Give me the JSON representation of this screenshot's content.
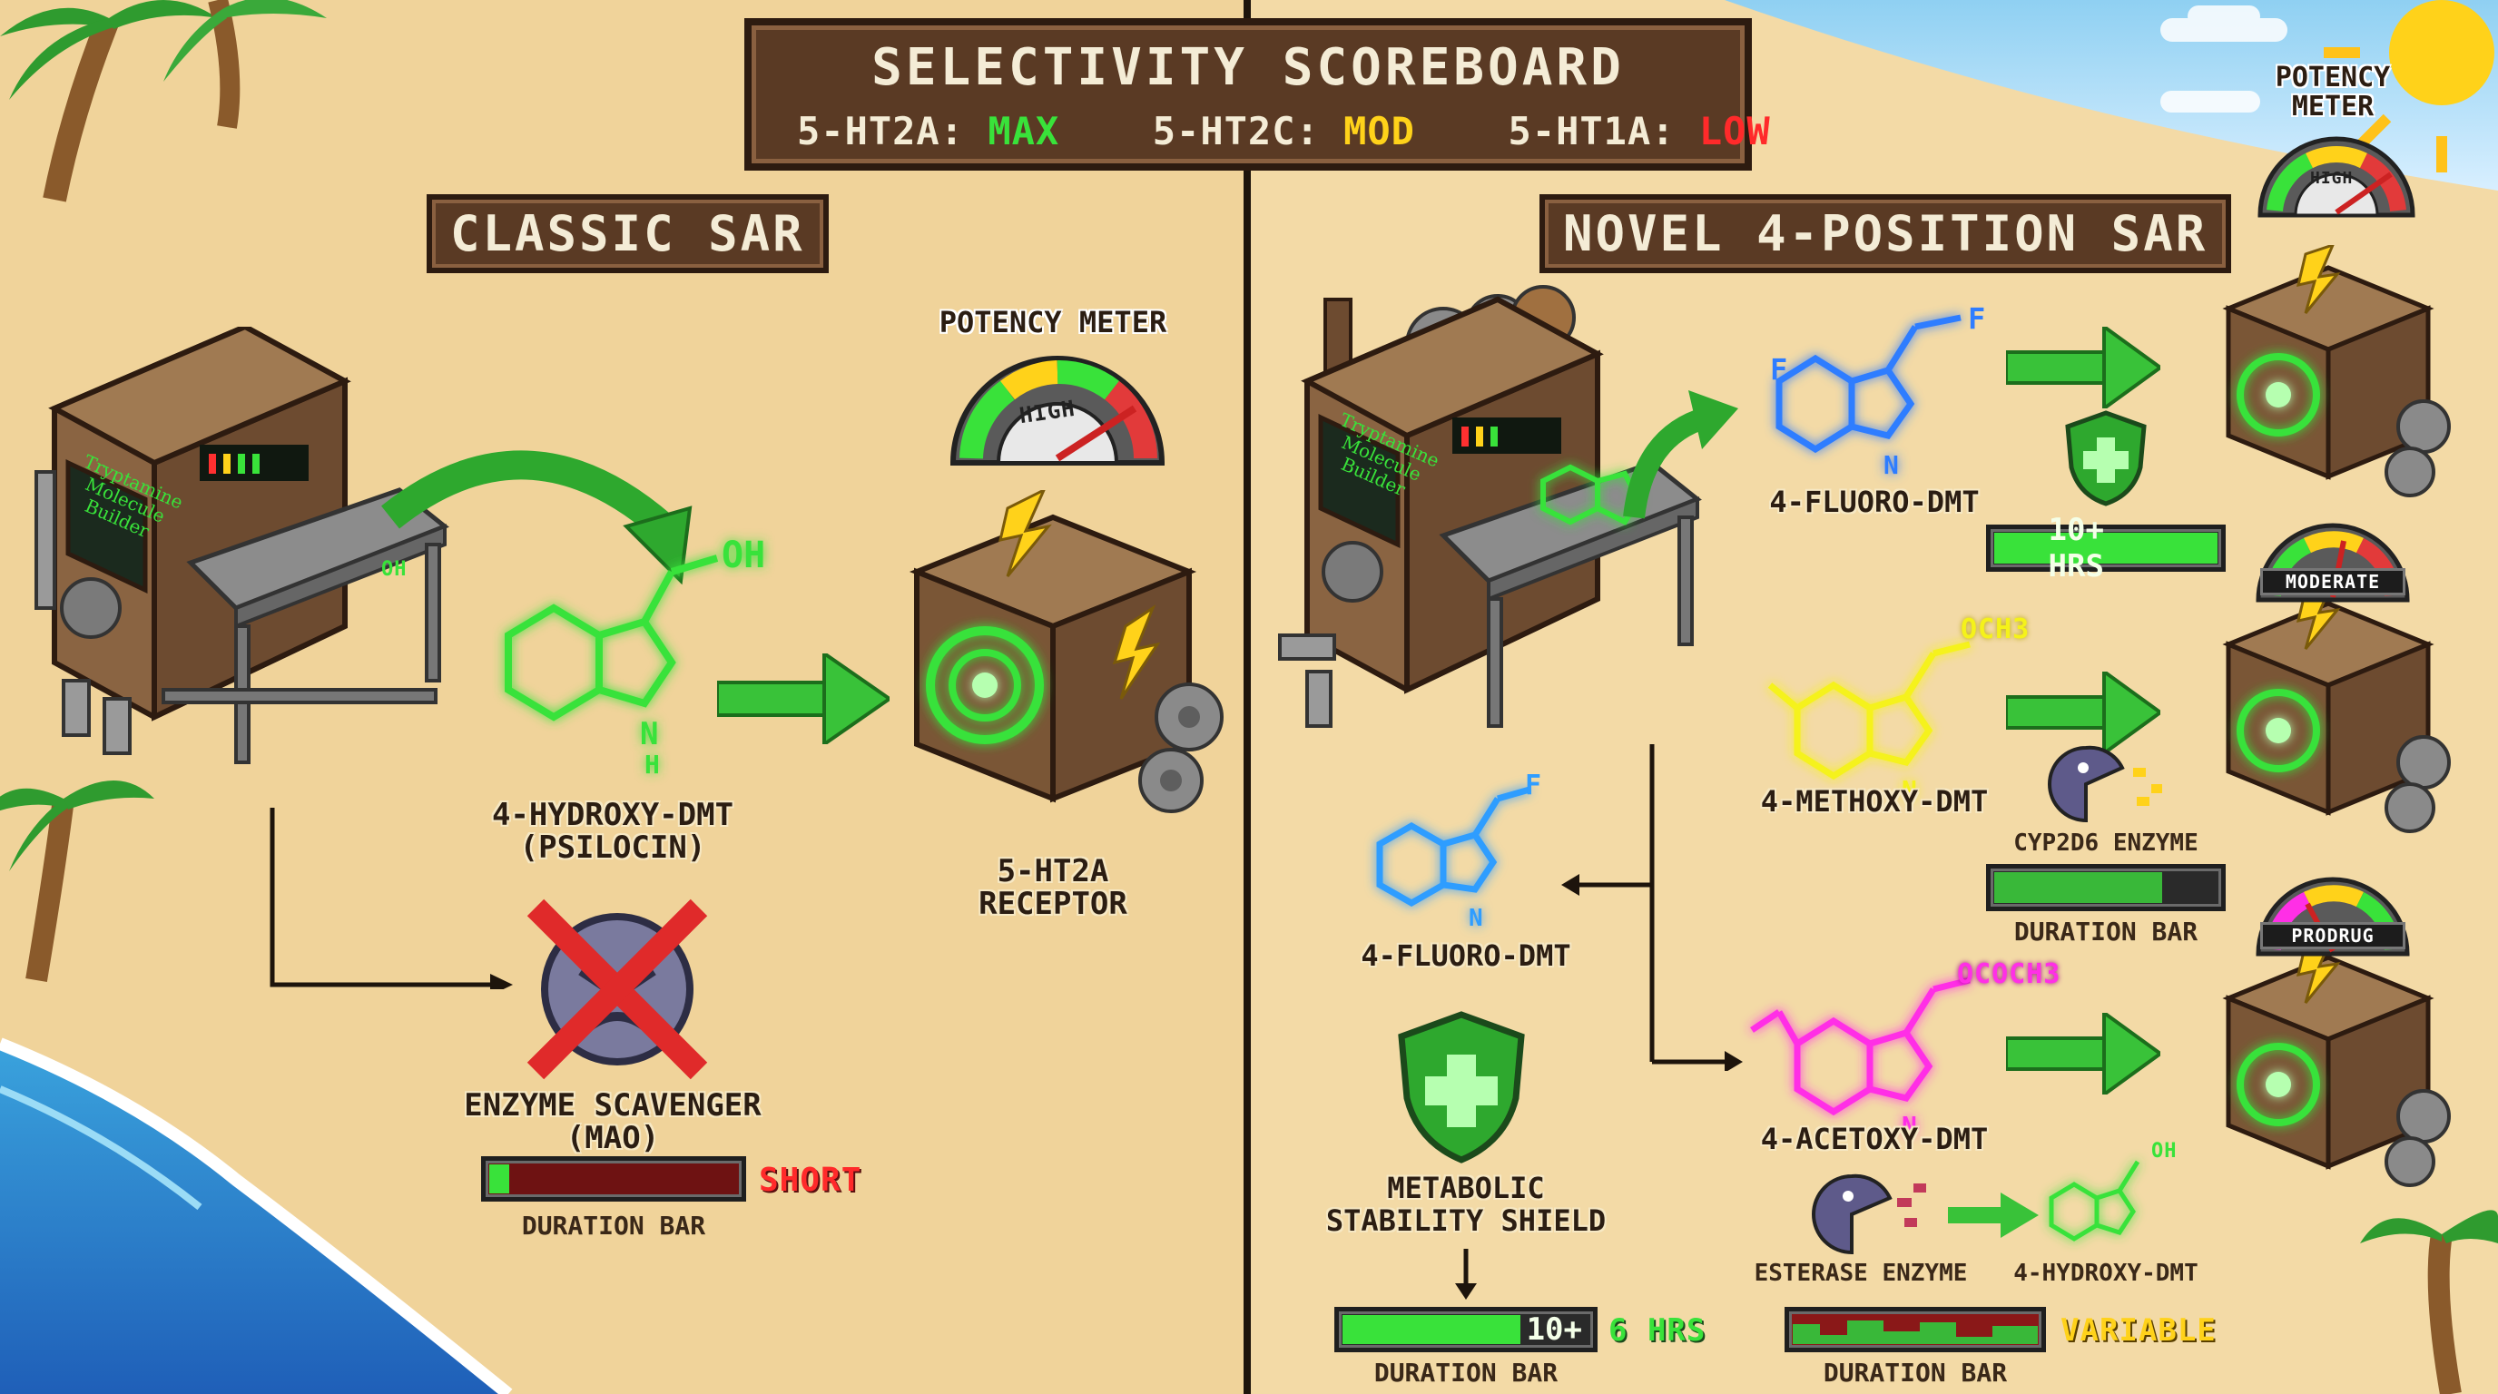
{
  "scoreboard": {
    "title": "SELECTIVITY SCOREBOARD",
    "r1_label": "5-HT2A:",
    "r1_value": "MAX",
    "r2_label": "5-HT2C:",
    "r2_value": "MOD",
    "r3_label": "5-HT1A:",
    "r3_value": "LOW"
  },
  "left_panel": {
    "title": "CLASSIC SAR",
    "machine_label": "Tryptamine Molecule Builder",
    "molecule_sub": "OH",
    "molecule_name_1": "4-HYDROXY-DMT",
    "molecule_name_2": "(PSILOCIN)",
    "potency_meter_title": "POTENCY METER",
    "potency_meter_value": "HIGH",
    "receptor_1": "5-HT2A",
    "receptor_2": "RECEPTOR",
    "enzyme_1": "ENZYME SCAVENGER",
    "enzyme_2": "(MAO)",
    "duration_label": "DURATION BAR",
    "duration_status": "SHORT",
    "duration_fraction": 0.08
  },
  "right_panel": {
    "title": "NOVEL 4-POSITION SAR",
    "machine_label": "Tryptamine Molecule Builder",
    "potency_meter_title_1": "POTENCY",
    "potency_meter_title_2": "METER",
    "potency_meter_value": "HIGH",
    "row1": {
      "sub_top": "F",
      "sub_left": "F",
      "name": "4-FLUORO-DMT",
      "bar_text": "10+ HRS",
      "bar_fraction": 1.0
    },
    "row2": {
      "sub_top": "OCH3",
      "name": "4-METHOXY-DMT",
      "meter_value": "MODERATE",
      "enzyme": "CYP2D6 ENZYME",
      "duration_label": "DURATION BAR",
      "bar_fraction": 0.75
    },
    "row3": {
      "sub_top": "OCOCH3",
      "name": "4-ACETOXY-DMT",
      "meter_value": "PRODRUG",
      "enzyme": "ESTERASE ENZYME",
      "product": "4-HYDROXY-DMT",
      "product_sub": "OH",
      "duration_label": "DURATION BAR",
      "duration_status": "VARIABLE"
    },
    "side": {
      "sub_top": "F",
      "name": "4-FLUORO-DMT",
      "shield_1": "METABOLIC",
      "shield_2": "STABILITY SHIELD",
      "bar_text": "10+",
      "bar_status": "6 HRS",
      "bar_fraction": 0.72,
      "duration_label": "DURATION BAR"
    }
  },
  "colors": {
    "green": "#39e23a",
    "blue": "#2f7dff",
    "yellow": "#f5f21a",
    "magenta": "#ff2fe6",
    "low_red": "#ff2a2a",
    "mod_yellow": "#ffd21a"
  }
}
